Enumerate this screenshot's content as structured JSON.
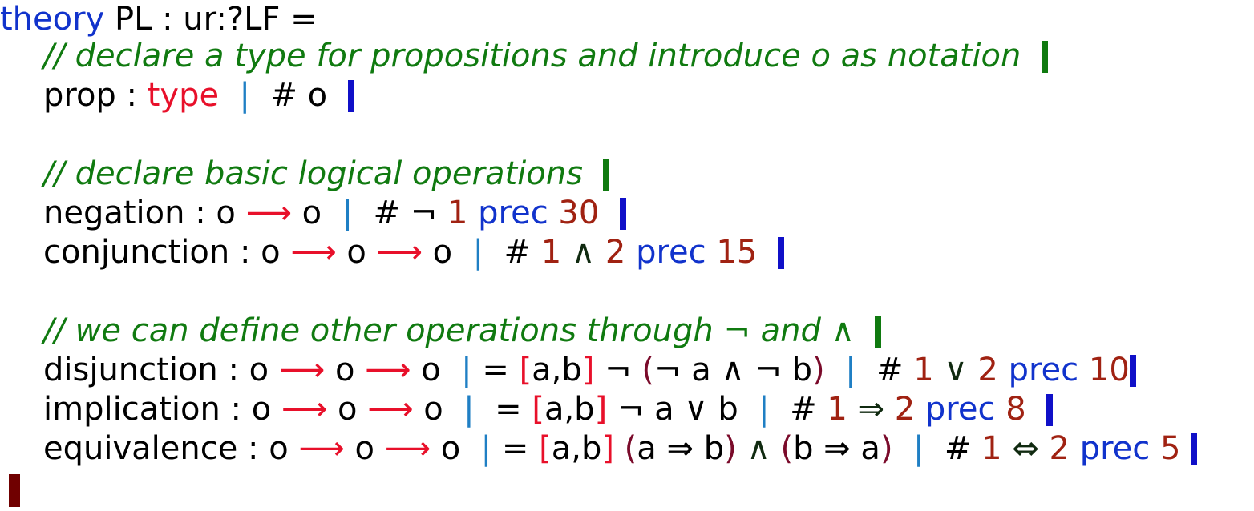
{
  "header": {
    "keyword": "theory",
    "name": "PL : ur:?LF ="
  },
  "lines": {
    "c1": "// declare a type for propositions and introduce o as notation",
    "prop_name": "prop : ",
    "prop_type": "type",
    "prop_notation": "# o",
    "c2": "// declare basic logical operations",
    "neg_name": "negation : o",
    "neg_o": "o",
    "neg_hash": "# ¬",
    "neg_arg": "1",
    "neg_prec": "prec",
    "neg_prec_val": "30",
    "conj_name": "conjunction : o",
    "conj_o1": "o",
    "conj_o2": "o",
    "conj_hash": "#",
    "conj_a1": "1",
    "conj_op": "∧",
    "conj_a2": "2",
    "conj_prec": "prec",
    "conj_prec_val": "15",
    "c3": "// we can define other operations through ¬ and ∧",
    "disj_name": "disjunction : o",
    "disj_o1": "o",
    "disj_o2": "o",
    "disj_eq": "=",
    "disj_vars": "a,b",
    "disj_neg": "¬",
    "disj_body": "¬ a ∧ ¬ b",
    "disj_hash": "#",
    "disj_a1": "1",
    "disj_op": "∨",
    "disj_a2": "2",
    "disj_prec": "prec",
    "disj_prec_val": "10",
    "impl_name": "implication : o",
    "impl_o1": "o",
    "impl_o2": "o",
    "impl_eq": "=",
    "impl_vars": "a,b",
    "impl_body": "¬ a ∨ b",
    "impl_hash": "#",
    "impl_a1": "1",
    "impl_op": "⇒",
    "impl_a2": "2",
    "impl_prec": "prec",
    "impl_prec_val": "8",
    "equiv_name": "equivalence : o",
    "equiv_o1": "o",
    "equiv_o2": "o",
    "equiv_eq": "=",
    "equiv_vars": "a,b",
    "equiv_b1": "a ⇒ b",
    "equiv_and": "∧",
    "equiv_b2": "b ⇒ a",
    "equiv_hash": "#",
    "equiv_a1": "1",
    "equiv_op": "⇔",
    "equiv_a2": "2",
    "equiv_prec": "prec",
    "equiv_prec_val": "5"
  },
  "symbols": {
    "arrow": "⟶",
    "separator": "|",
    "lbracket": "[",
    "rbracket": "]",
    "lparen": "(",
    "rparen": ")"
  },
  "colors": {
    "keyword": "#1133cc",
    "comment": "#107a10",
    "type": "#e8102a",
    "separator": "#1f7fc4",
    "number": "#a02212",
    "declaration_end": "#1010c8",
    "module_end": "#700000"
  }
}
